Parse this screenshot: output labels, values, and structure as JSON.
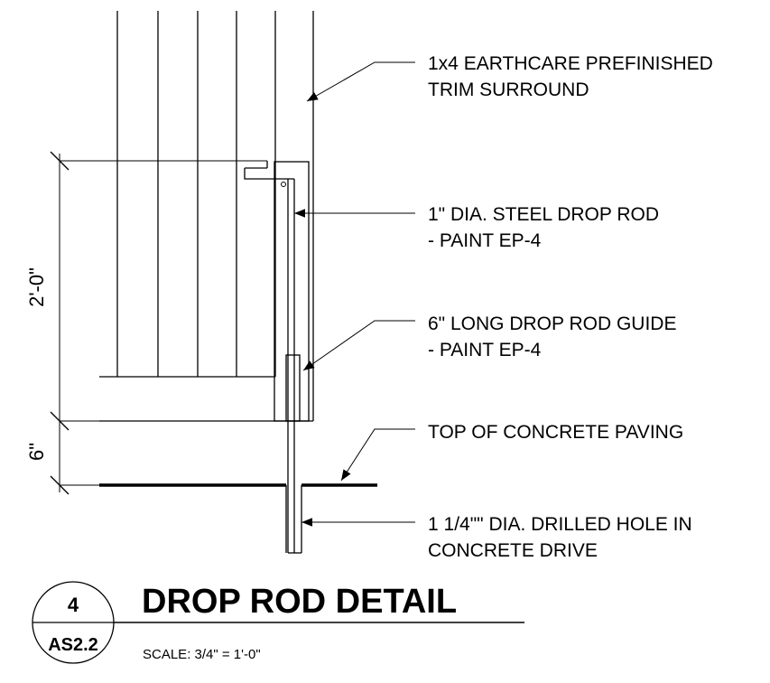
{
  "annotations": {
    "trim": [
      "1x4 EARTHCARE PREFINISHED",
      "TRIM SURROUND"
    ],
    "drop_rod": [
      "1\" DIA. STEEL DROP ROD",
      "- PAINT EP-4"
    ],
    "rod_guide": [
      "6\" LONG DROP ROD GUIDE",
      "- PAINT EP-4"
    ],
    "paving": [
      "TOP OF CONCRETE PAVING"
    ],
    "drilled_hole": [
      "1 1/4\"\" DIA. DRILLED HOLE IN",
      "CONCRETE DRIVE"
    ]
  },
  "dimensions": {
    "upper": "2'-0\"",
    "lower": "6\""
  },
  "title_block": {
    "detail_number": "4",
    "sheet": "AS2.2",
    "title": "DROP ROD DETAIL",
    "scale": "SCALE:   3/4\" = 1'-0\""
  }
}
